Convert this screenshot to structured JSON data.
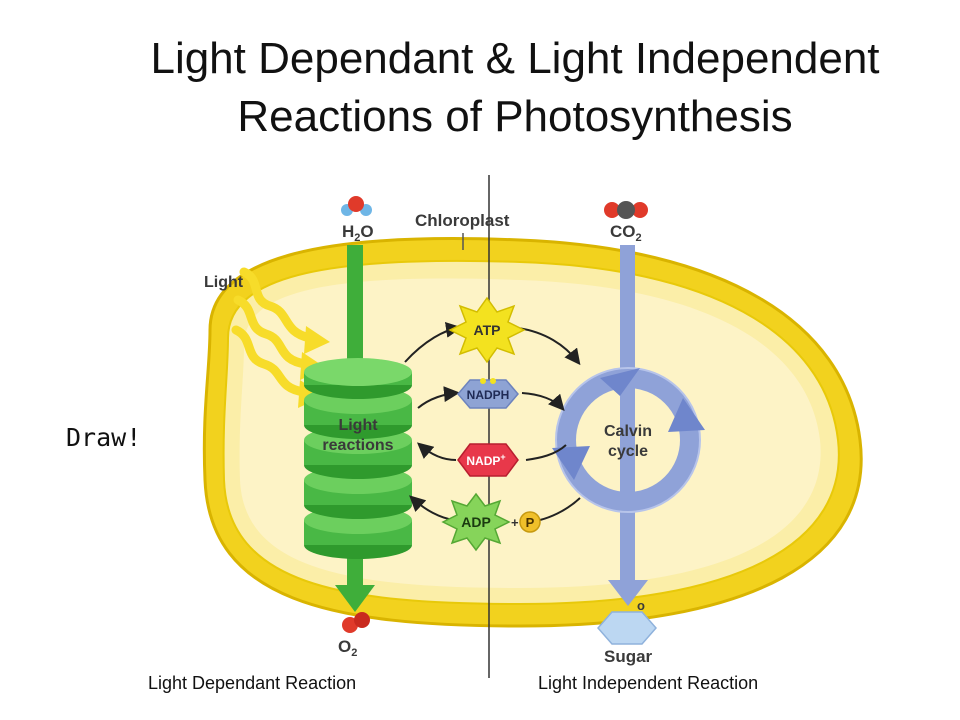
{
  "slide": {
    "title_line1": "Light Dependant & Light Independent",
    "title_line2": "Reactions of Photosynthesis",
    "draw_note": "Draw!",
    "caption_left": "Light Dependant Reaction",
    "caption_right": "Light Independent  Reaction"
  },
  "diagram": {
    "chloroplast_label": "Chloroplast",
    "light_label": "Light",
    "h2o_label": "H",
    "h2o_sub": "2",
    "h2o_tail": "O",
    "co2_label": "CO",
    "co2_sub": "2",
    "o2_label": "O",
    "o2_sub": "2",
    "sugar_label": "Sugar",
    "sugar_o": "o",
    "light_reactions_line1": "Light",
    "light_reactions_line2": "reactions",
    "calvin_line1": "Calvin",
    "calvin_line2": "cycle",
    "atp": "ATP",
    "nadph": "NADPH",
    "nadp_plus": "NADP",
    "nadp_sup": "+",
    "adp": "ADP",
    "plus": "+",
    "p": "P"
  },
  "colors": {
    "chloroplast_outer": "#f2d21e",
    "chloroplast_inner": "#fbeea8",
    "stroma": "#fdf3c6",
    "green": "#3fae3a",
    "blue": "#8fa2d8",
    "atp": "#f3e21f",
    "nadph": "#8ea3d4",
    "nadp": "#e8384a",
    "adp": "#86d45a"
  }
}
